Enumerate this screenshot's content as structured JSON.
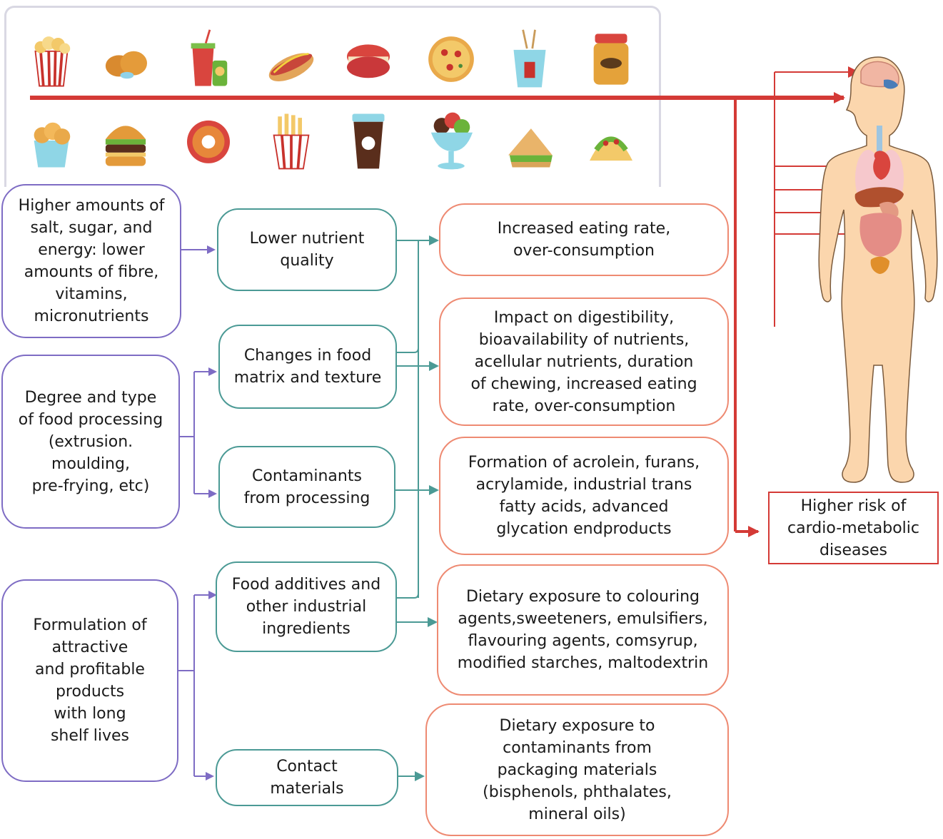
{
  "colors": {
    "purple": "#7e6cc4",
    "teal": "#4b9a95",
    "salmon": "#ee8a72",
    "red": "#d43a36"
  },
  "food_icons": [
    "popcorn-icon",
    "fried-chicken-icon",
    "soda-cup-icon",
    "hot-dog-icon",
    "macaron-icon",
    "pizza-icon",
    "takeout-box-icon",
    "spread-jar-icon",
    "chicken-nuggets-icon",
    "burger-icon",
    "donut-icon",
    "french-fries-icon",
    "coffee-cup-icon",
    "ice-cream-sundae-icon",
    "sandwich-icon",
    "taco-icon"
  ],
  "human_figure": "human-body-organs-icon",
  "causes": [
    "Higher amounts of\nsalt, sugar, and\nenergy: lower\namounts of fibre,\nvitamins,\nmicronutrients",
    "Degree and type\nof food processing\n(extrusion.\nmoulding,\npre-frying, etc)",
    "Formulation of\nattractive\nand profitable\nproducts\nwith long\nshelf lives"
  ],
  "mechanisms": [
    "Lower nutrient\nquality",
    "Changes in food\nmatrix and texture",
    "Contaminants\nfrom processing",
    "Food additives and\nother industrial\ningredients",
    "Contact\nmaterials"
  ],
  "effects": [
    "Increased eating rate,\nover-consumption",
    "Impact on digestibility,\nbioavailability of nutrients,\nacellular nutrients, duration\nof chewing, increased eating\nrate, over-consumption",
    "Formation of acrolein, furans,\nacrylamide, industrial trans\nfatty acids, advanced\nglycation endproducts",
    "Dietary exposure to colouring\nagents,sweeteners, emulsifiers,\nflavouring agents, comsyrup,\nmodified starches, maltodextrin",
    "Dietary exposure to\ncontaminants from\npackaging materials\n(bisphenols, phthalates,\nmineral oils)"
  ],
  "outcome": "Higher risk of\ncardio-metabolic\ndiseases"
}
